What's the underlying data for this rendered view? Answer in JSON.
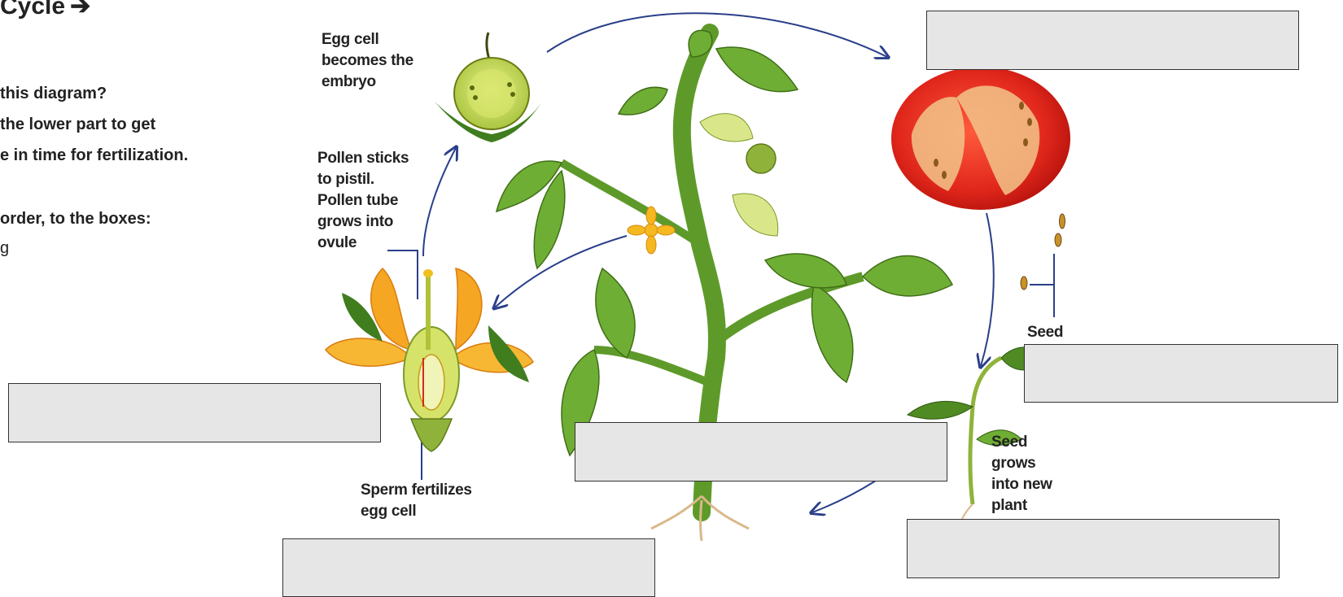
{
  "worksheet": {
    "title": "Cycle",
    "title_arrow": "➔",
    "lines": [
      "this diagram?",
      "the lower part to get",
      "e in time for fertilization.",
      "order, to the boxes:",
      "g"
    ]
  },
  "labels": {
    "egg_cell": [
      "Egg cell",
      "becomes the",
      "embryo"
    ],
    "pollen": [
      "Pollen sticks",
      "to pistil.",
      "Pollen tube",
      "grows into",
      "ovule"
    ],
    "seed": "Seed",
    "seed_grows": [
      "Seed",
      "grows",
      "into new",
      "plant"
    ],
    "sperm": [
      "Sperm fertilizes",
      "egg cell"
    ]
  },
  "answer_boxes": [
    {
      "id": "box-top-right",
      "value": ""
    },
    {
      "id": "box-seed-right",
      "value": ""
    },
    {
      "id": "box-left",
      "value": ""
    },
    {
      "id": "box-middle",
      "value": ""
    },
    {
      "id": "box-bottom-middle",
      "value": ""
    },
    {
      "id": "box-bottom-right",
      "value": ""
    }
  ],
  "colors": {
    "arrow": "#2a3f8a",
    "box_fill": "#e6e6e6",
    "tomato": "#e0261b",
    "leaf": "#5e9a2a",
    "petal": "#f5a623"
  }
}
